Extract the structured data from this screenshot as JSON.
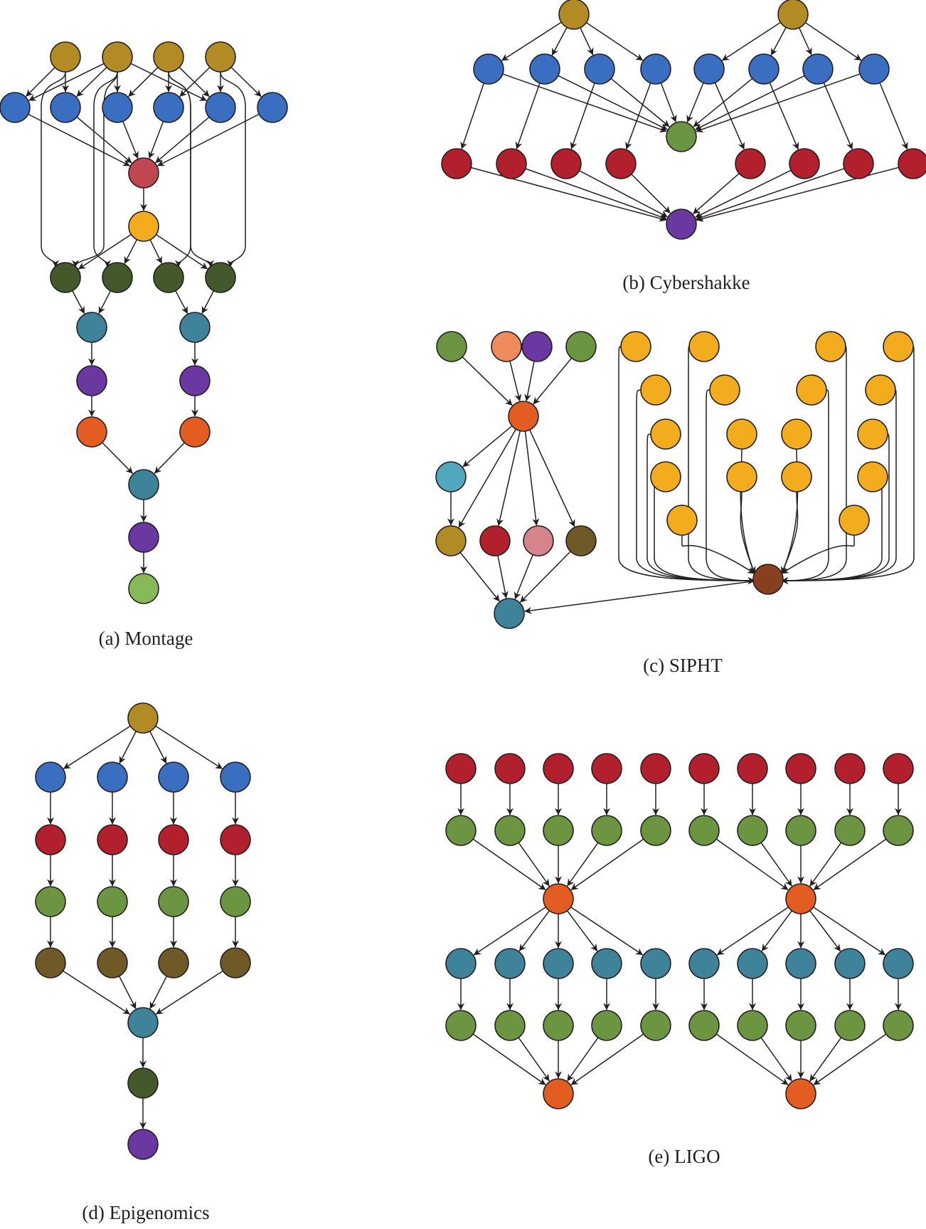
{
  "captions": {
    "montage": "(a) Montage",
    "cybershakke": "(b) Cybershakke",
    "sipht": "(c) SIPHT",
    "epigenomics": "(d) Epigenomics",
    "ligo": "(e) LIGO"
  },
  "colors": {
    "gold": "#b38b24",
    "blue": "#3a6ec0",
    "red": "#b21f2d",
    "rose": "#c0474f",
    "green": "#6b9540",
    "darkgreen": "#43592b",
    "teal": "#3e8399",
    "purple": "#6a38a0",
    "orange": "#e35c21",
    "salmon": "#ee8a5c",
    "lightgreen": "#86b957",
    "yellow": "#f2ac1e",
    "cyan": "#51a7be",
    "pink": "#d6848c",
    "olive": "#6f5a27",
    "brown": "#86401f",
    "lime": "#8cbc56"
  }
}
